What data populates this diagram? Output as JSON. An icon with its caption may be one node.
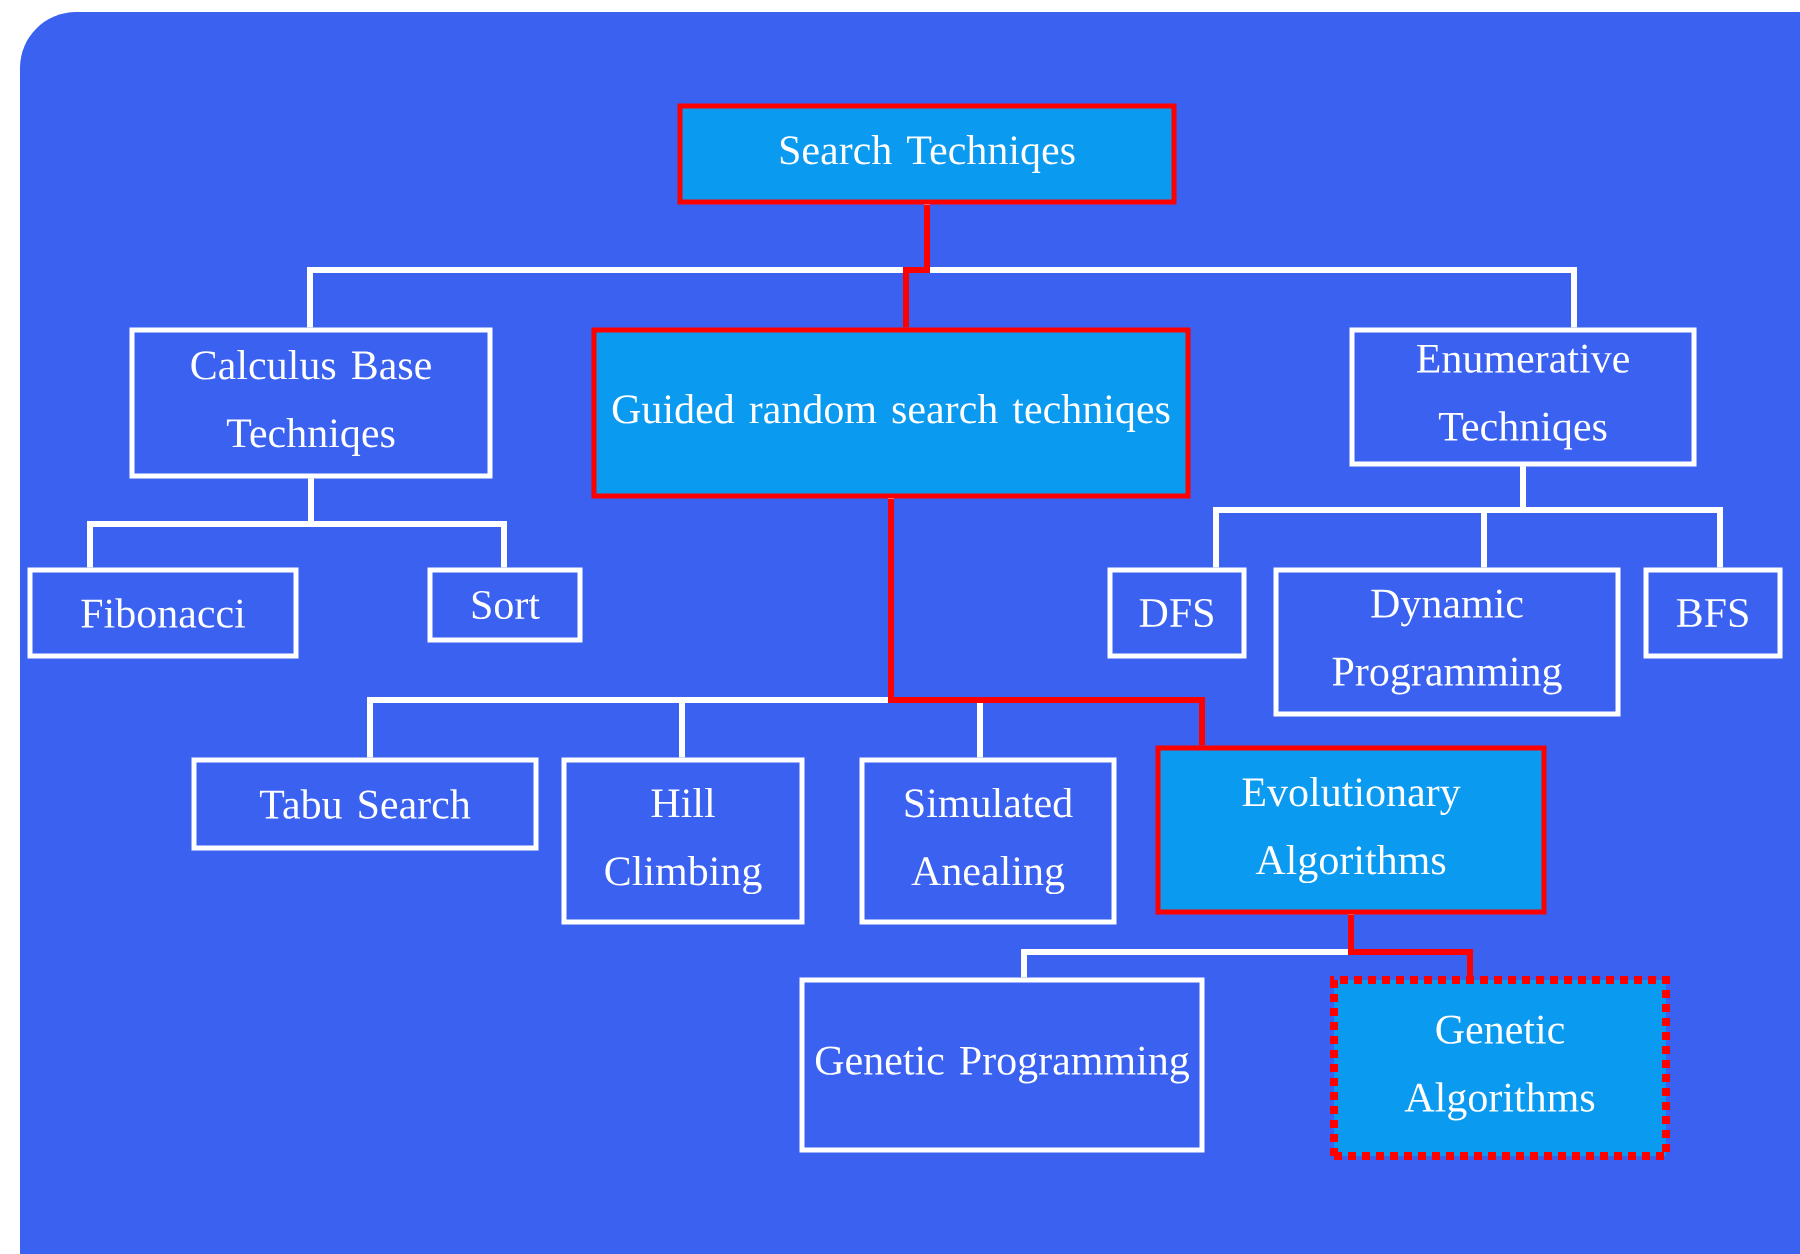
{
  "diagram": {
    "nodes": [
      {
        "text": [
          "Search Techniqes"
        ]
      },
      {
        "text": [
          "Calculus Base Techniqes"
        ]
      },
      {
        "text": [
          "Guided random search techniqes"
        ]
      },
      {
        "text": [
          "Enumerative Techniqes"
        ]
      },
      {
        "text": [
          "Fibonacci"
        ]
      },
      {
        "text": [
          "Sort"
        ]
      },
      {
        "text": [
          "DFS"
        ]
      },
      {
        "text": [
          "Dynamic Programming"
        ]
      },
      {
        "text": [
          "BFS"
        ]
      },
      {
        "text": [
          "Tabu Search"
        ]
      },
      {
        "text": [
          "Hill Climbing"
        ]
      },
      {
        "text": [
          "Simulated Anealing"
        ]
      },
      {
        "text": [
          "Evolutionary Algorithms"
        ]
      },
      {
        "text": [
          "Genetic Programming"
        ]
      },
      {
        "text": [
          "Genetic Algorithms"
        ]
      }
    ],
    "edges": [
      {
        "from": 0,
        "to": 1,
        "arrow": "none"
      },
      {
        "from": 0,
        "to": 3,
        "arrow": "none"
      },
      {
        "from": 1,
        "to": 4,
        "arrow": "none"
      },
      {
        "from": 1,
        "to": 5,
        "arrow": "none"
      },
      {
        "from": 3,
        "to": 6,
        "arrow": "none"
      },
      {
        "from": 3,
        "to": 7,
        "arrow": "none"
      },
      {
        "from": 3,
        "to": 8,
        "arrow": "none"
      },
      {
        "from": 2,
        "to": 9,
        "arrow": "none"
      },
      {
        "from": 2,
        "to": 10,
        "arrow": "none"
      },
      {
        "from": 2,
        "to": 11,
        "arrow": "none"
      },
      {
        "from": 12,
        "to": 13,
        "arrow": "none"
      },
      {
        "from": 0,
        "to": 2,
        "arrow": "none",
        "color": "#ff0000"
      },
      {
        "from": 2,
        "to": 12,
        "arrow": "none",
        "color": "#ff0000"
      },
      {
        "from": 12,
        "to": 14,
        "arrow": "none",
        "color": "#ff0000"
      }
    ]
  }
}
